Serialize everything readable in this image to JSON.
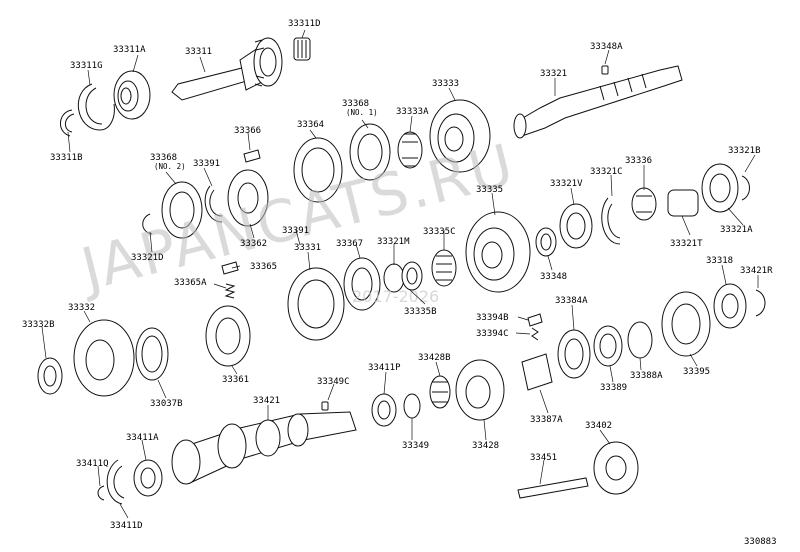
{
  "watermark": {
    "text": "JAPANCATS.RU",
    "year": "2017-2026"
  },
  "diagram_id": "330883",
  "parts": [
    {
      "id": "p33311D",
      "code": "33311D"
    },
    {
      "id": "p33311A",
      "code": "33311A"
    },
    {
      "id": "p33311",
      "code": "33311"
    },
    {
      "id": "p33311G",
      "code": "33311G"
    },
    {
      "id": "p33311B",
      "code": "33311B"
    },
    {
      "id": "p33348A",
      "code": "33348A"
    },
    {
      "id": "p33321",
      "code": "33321"
    },
    {
      "id": "p33333",
      "code": "33333"
    },
    {
      "id": "p33368n1",
      "code": "33368",
      "note": "(NO. 1)"
    },
    {
      "id": "p33333A",
      "code": "33333A"
    },
    {
      "id": "p33366",
      "code": "33366"
    },
    {
      "id": "p33364",
      "code": "33364"
    },
    {
      "id": "p33368n2",
      "code": "33368",
      "note": "(NO. 2)"
    },
    {
      "id": "p33391a",
      "code": "33391"
    },
    {
      "id": "p33321D",
      "code": "33321D"
    },
    {
      "id": "p33362",
      "code": "33362"
    },
    {
      "id": "p33391b",
      "code": "33391"
    },
    {
      "id": "p33365",
      "code": "33365"
    },
    {
      "id": "p33365A",
      "code": "33365A"
    },
    {
      "id": "p33331",
      "code": "33331"
    },
    {
      "id": "p33367",
      "code": "33367"
    },
    {
      "id": "p33321M",
      "code": "33321M"
    },
    {
      "id": "p33335C",
      "code": "33335C"
    },
    {
      "id": "p33335B",
      "code": "33335B"
    },
    {
      "id": "p33335",
      "code": "33335"
    },
    {
      "id": "p33348",
      "code": "33348"
    },
    {
      "id": "p33321V",
      "code": "33321V"
    },
    {
      "id": "p33321C",
      "code": "33321C"
    },
    {
      "id": "p33336",
      "code": "33336"
    },
    {
      "id": "p33321B",
      "code": "33321B"
    },
    {
      "id": "p33321A",
      "code": "33321A"
    },
    {
      "id": "p33321T",
      "code": "33321T"
    },
    {
      "id": "p33318",
      "code": "33318"
    },
    {
      "id": "p33421R",
      "code": "33421R"
    },
    {
      "id": "p33332",
      "code": "33332"
    },
    {
      "id": "p33332B",
      "code": "33332B"
    },
    {
      "id": "p33037B",
      "code": "33037B"
    },
    {
      "id": "p33361",
      "code": "33361"
    },
    {
      "id": "p33394B",
      "code": "33394B"
    },
    {
      "id": "p33394C",
      "code": "33394C"
    },
    {
      "id": "p33384A",
      "code": "33384A"
    },
    {
      "id": "p33389",
      "code": "33389"
    },
    {
      "id": "p33388A",
      "code": "33388A"
    },
    {
      "id": "p33395",
      "code": "33395"
    },
    {
      "id": "p33349C",
      "code": "33349C"
    },
    {
      "id": "p33411P",
      "code": "33411P"
    },
    {
      "id": "p33428B",
      "code": "33428B"
    },
    {
      "id": "p33421",
      "code": "33421"
    },
    {
      "id": "p33349",
      "code": "33349"
    },
    {
      "id": "p33428",
      "code": "33428"
    },
    {
      "id": "p33387A",
      "code": "33387A"
    },
    {
      "id": "p33402",
      "code": "33402"
    },
    {
      "id": "p33451",
      "code": "33451"
    },
    {
      "id": "p33411A",
      "code": "33411A"
    },
    {
      "id": "p33411Q",
      "code": "33411Q"
    },
    {
      "id": "p33411D",
      "code": "33411D"
    }
  ]
}
